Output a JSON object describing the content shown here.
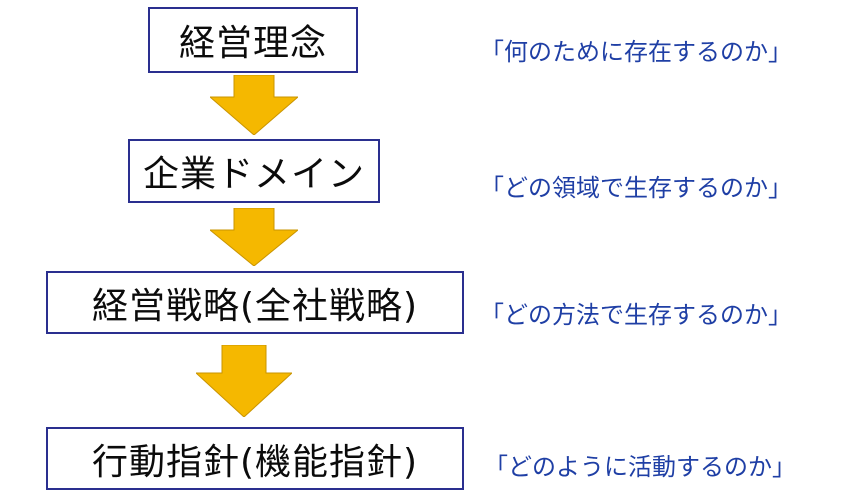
{
  "steps": [
    {
      "title": "経営理念",
      "question": "「何のために存在するのか」"
    },
    {
      "title": "企業ドメイン",
      "question": "「どの領域で生存するのか」"
    },
    {
      "title": "経営戦略(全社戦略)",
      "question": "「どの方法で生存するのか」"
    },
    {
      "title": "行動指針(機能指針)",
      "question": "「どのように活動するのか」"
    }
  ],
  "colors": {
    "box_border": "#2a2f8f",
    "box_text": "#0b0b0b",
    "question_text": "#1f3fa5",
    "arrow_fill": "#f5b800",
    "arrow_stroke": "#c99400"
  },
  "icons": [
    "down-arrow-icon"
  ]
}
